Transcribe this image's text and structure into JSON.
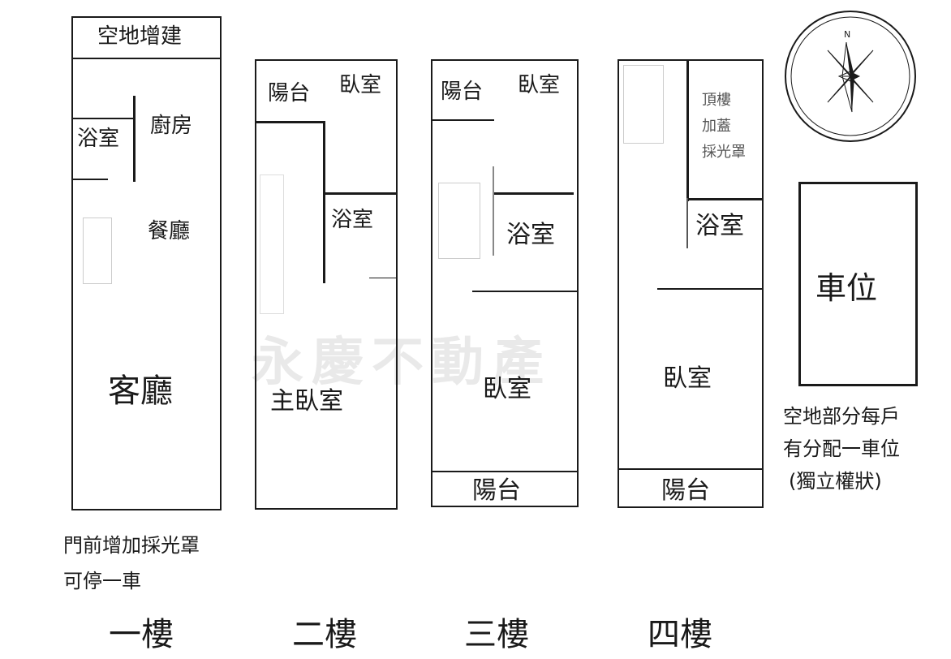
{
  "watermark": "永慶不動產",
  "floor1": {
    "title": "一樓",
    "extension": "空地增建",
    "bathroom": "浴室",
    "kitchen": "廚房",
    "dining": "餐廳",
    "living": "客廳",
    "note_line1": "門前增加採光罩",
    "note_line2": "可停一車"
  },
  "floor2": {
    "title": "二樓",
    "balcony": "陽台",
    "bedroom": "臥室",
    "bathroom": "浴室",
    "master": "主臥室"
  },
  "floor3": {
    "title": "三樓",
    "balcony_top": "陽台",
    "bedroom_top": "臥室",
    "bathroom": "浴室",
    "bedroom_main": "臥室",
    "balcony_bottom": "陽台"
  },
  "floor4": {
    "title": "四樓",
    "roof_shed_line1": "頂樓",
    "roof_shed_line2": "加蓋",
    "roof_shed_line3": "採光罩",
    "bathroom": "浴室",
    "bedroom": "臥室",
    "balcony": "陽台"
  },
  "parking": {
    "label": "車位",
    "note_line1": "空地部分每戶",
    "note_line2": "有分配一車位",
    "note_line3": "(獨立權狀)"
  },
  "compass": {
    "north": "N"
  }
}
